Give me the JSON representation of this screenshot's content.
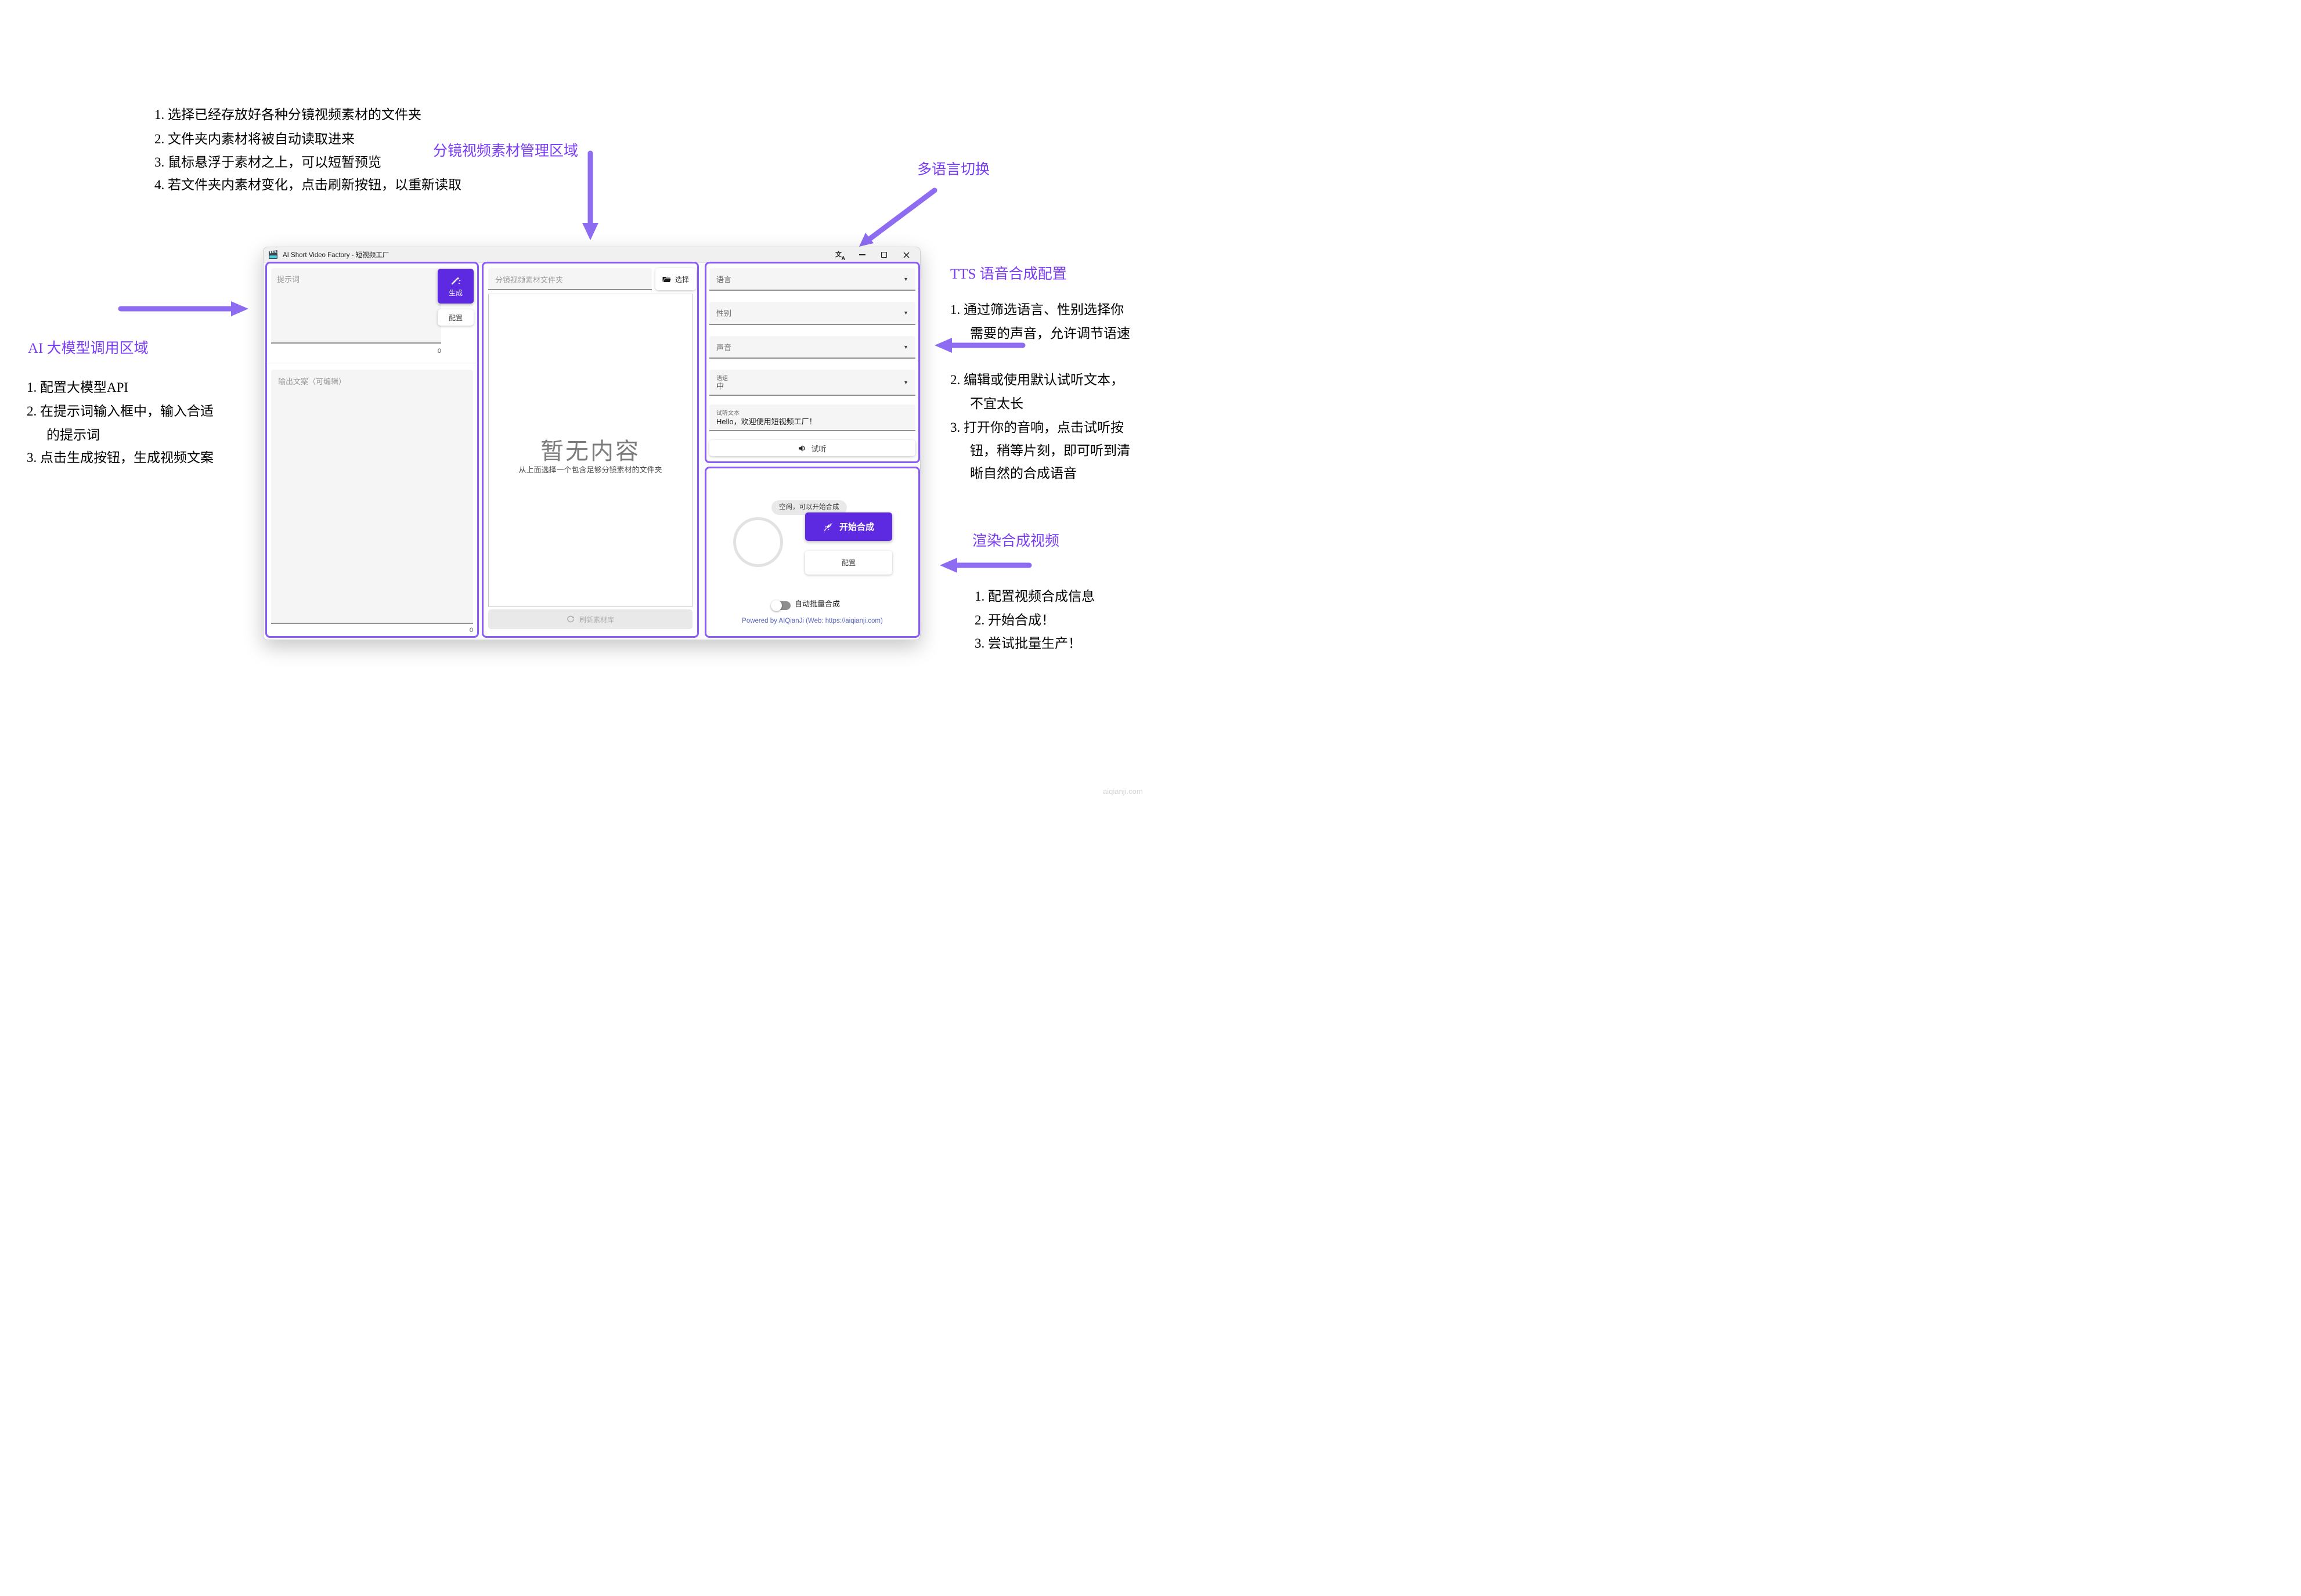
{
  "colors": {
    "accent": "#5d2ae1",
    "panel_border": "#8a5cf5",
    "annotation_purple": "#7a3bf5",
    "arrow_purple": "#8d6cf1",
    "powered_text": "#5b68c7"
  },
  "annotations": {
    "folder_steps": [
      "1. 选择已经存放好各种分镜视频素材的文件夹",
      "2. 文件夹内素材将被自动读取进来",
      "3. 鼠标悬浮于素材之上，可以短暂预览",
      "4. 若文件夹内素材变化，点击刷新按钮，以重新读取"
    ],
    "materials_label": "分镜视频素材管理区域",
    "multilang_label": "多语言切换",
    "ai_label": "AI 大模型调用区域",
    "ai_steps": [
      "1. 配置大模型API",
      "2. 在提示词输入框中，输入合适",
      "的提示词",
      "3. 点击生成按钮，生成视频文案"
    ],
    "tts_label": "TTS 语音合成配置",
    "tts_steps": [
      "1. 通过筛选语言、性别选择你",
      "需要的声音，允许调节语速",
      "2. 编辑或使用默认试听文本，",
      "不宜太长",
      "3. 打开你的音响，点击试听按",
      "钮，稍等片刻，即可听到清",
      "晰自然的合成语音"
    ],
    "render_label": "渲染合成视频",
    "render_steps": [
      "1. 配置视频合成信息",
      "2. 开始合成！",
      "3. 尝试批量生产！"
    ],
    "watermark": "aiqianji.com"
  },
  "window": {
    "title": "AI Short Video Factory - 短视频工厂",
    "titlebar": {
      "language_icon_primary": "文",
      "language_icon_secondary": "A"
    },
    "left_panel": {
      "prompt_placeholder": "提示词",
      "prompt_counter": "0",
      "generate_label": "生成",
      "config_label": "配置",
      "output_placeholder": "输出文案（可编辑）",
      "output_counter": "0"
    },
    "middle_panel": {
      "folder_placeholder": "分镜视频素材文件夹",
      "choose_label": "选择",
      "empty_title": "暂无内容",
      "empty_subtitle": "从上面选择一个包含足够分镜素材的文件夹",
      "refresh_label": "刷新素材库"
    },
    "tts_panel": {
      "language_label": "语言",
      "gender_label": "性别",
      "voice_label": "声音",
      "speed_label": "语速",
      "speed_value": "中",
      "dropdown_arrow": "▼",
      "preview_text_label": "试听文本",
      "preview_text_value": "Hello，欢迎使用短视频工厂！",
      "preview_button_label": "试听"
    },
    "render_panel": {
      "status_badge": "空闲，可以开始合成",
      "start_button_label": "开始合成",
      "config_button_label": "配置",
      "auto_batch_label": "自动批量合成",
      "powered_by": "Powered by AIQianJi (Web: https://aiqianji.com)"
    }
  }
}
